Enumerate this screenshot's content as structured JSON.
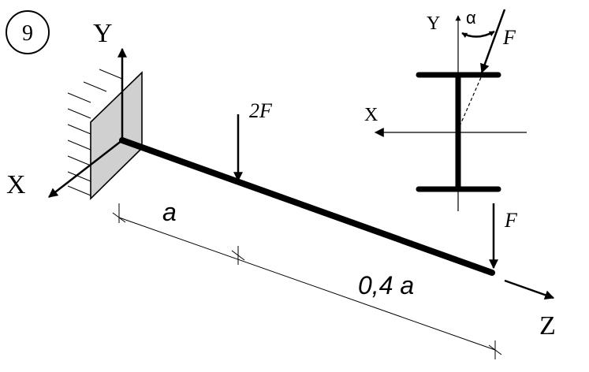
{
  "problem_number": "9",
  "axes_main": {
    "x": "X",
    "y": "Y",
    "z": "Z"
  },
  "loads": {
    "midspan": "2F",
    "tip": "F",
    "section": "F"
  },
  "dimensions": {
    "first_segment": "a",
    "second_segment": "0,4 a"
  },
  "section_view": {
    "x_axis": "X",
    "y_axis": "Y",
    "angle": "α"
  },
  "colors": {
    "ink": "#000000",
    "wall_fill": "#d0d0d0",
    "background": "#ffffff"
  }
}
